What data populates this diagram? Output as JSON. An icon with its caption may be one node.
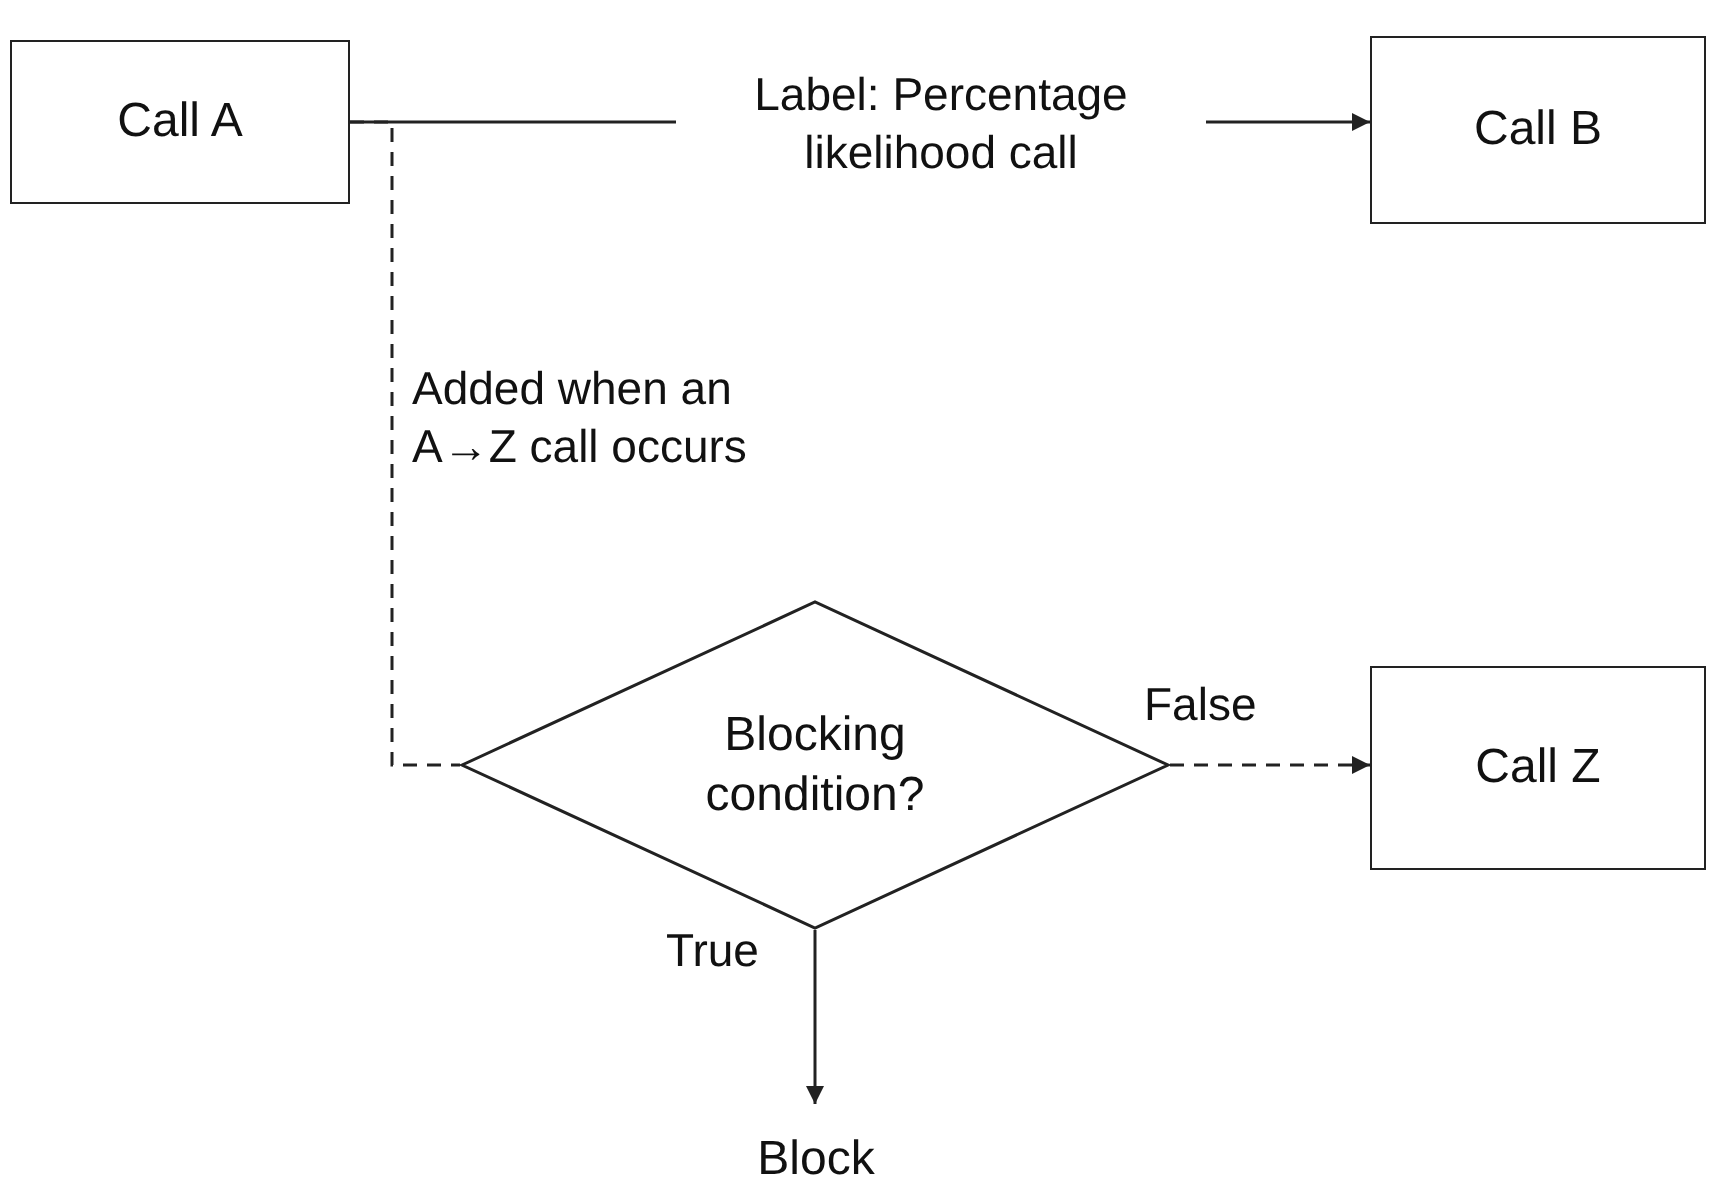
{
  "diagram": {
    "nodes": [
      {
        "text": [
          "Call A"
        ]
      },
      {
        "text": [
          "Call B"
        ]
      },
      {
        "text": [
          "Blocking condition?"
        ]
      },
      {
        "text": [
          "Call Z"
        ]
      },
      {
        "text": [
          "Block"
        ]
      }
    ],
    "edges": [
      {
        "from": 0,
        "to": 1,
        "arrow": "to",
        "label": "Label: Percentage likelihood call"
      },
      {
        "from": 0,
        "to": 2,
        "arrow": "none",
        "style": "dashed",
        "label": "Added when an A→Z call occurs"
      },
      {
        "from": 2,
        "to": 3,
        "arrow": "to",
        "style": "dashed",
        "label": "False"
      },
      {
        "from": 2,
        "to": 4,
        "arrow": "to",
        "label": "True"
      }
    ]
  }
}
